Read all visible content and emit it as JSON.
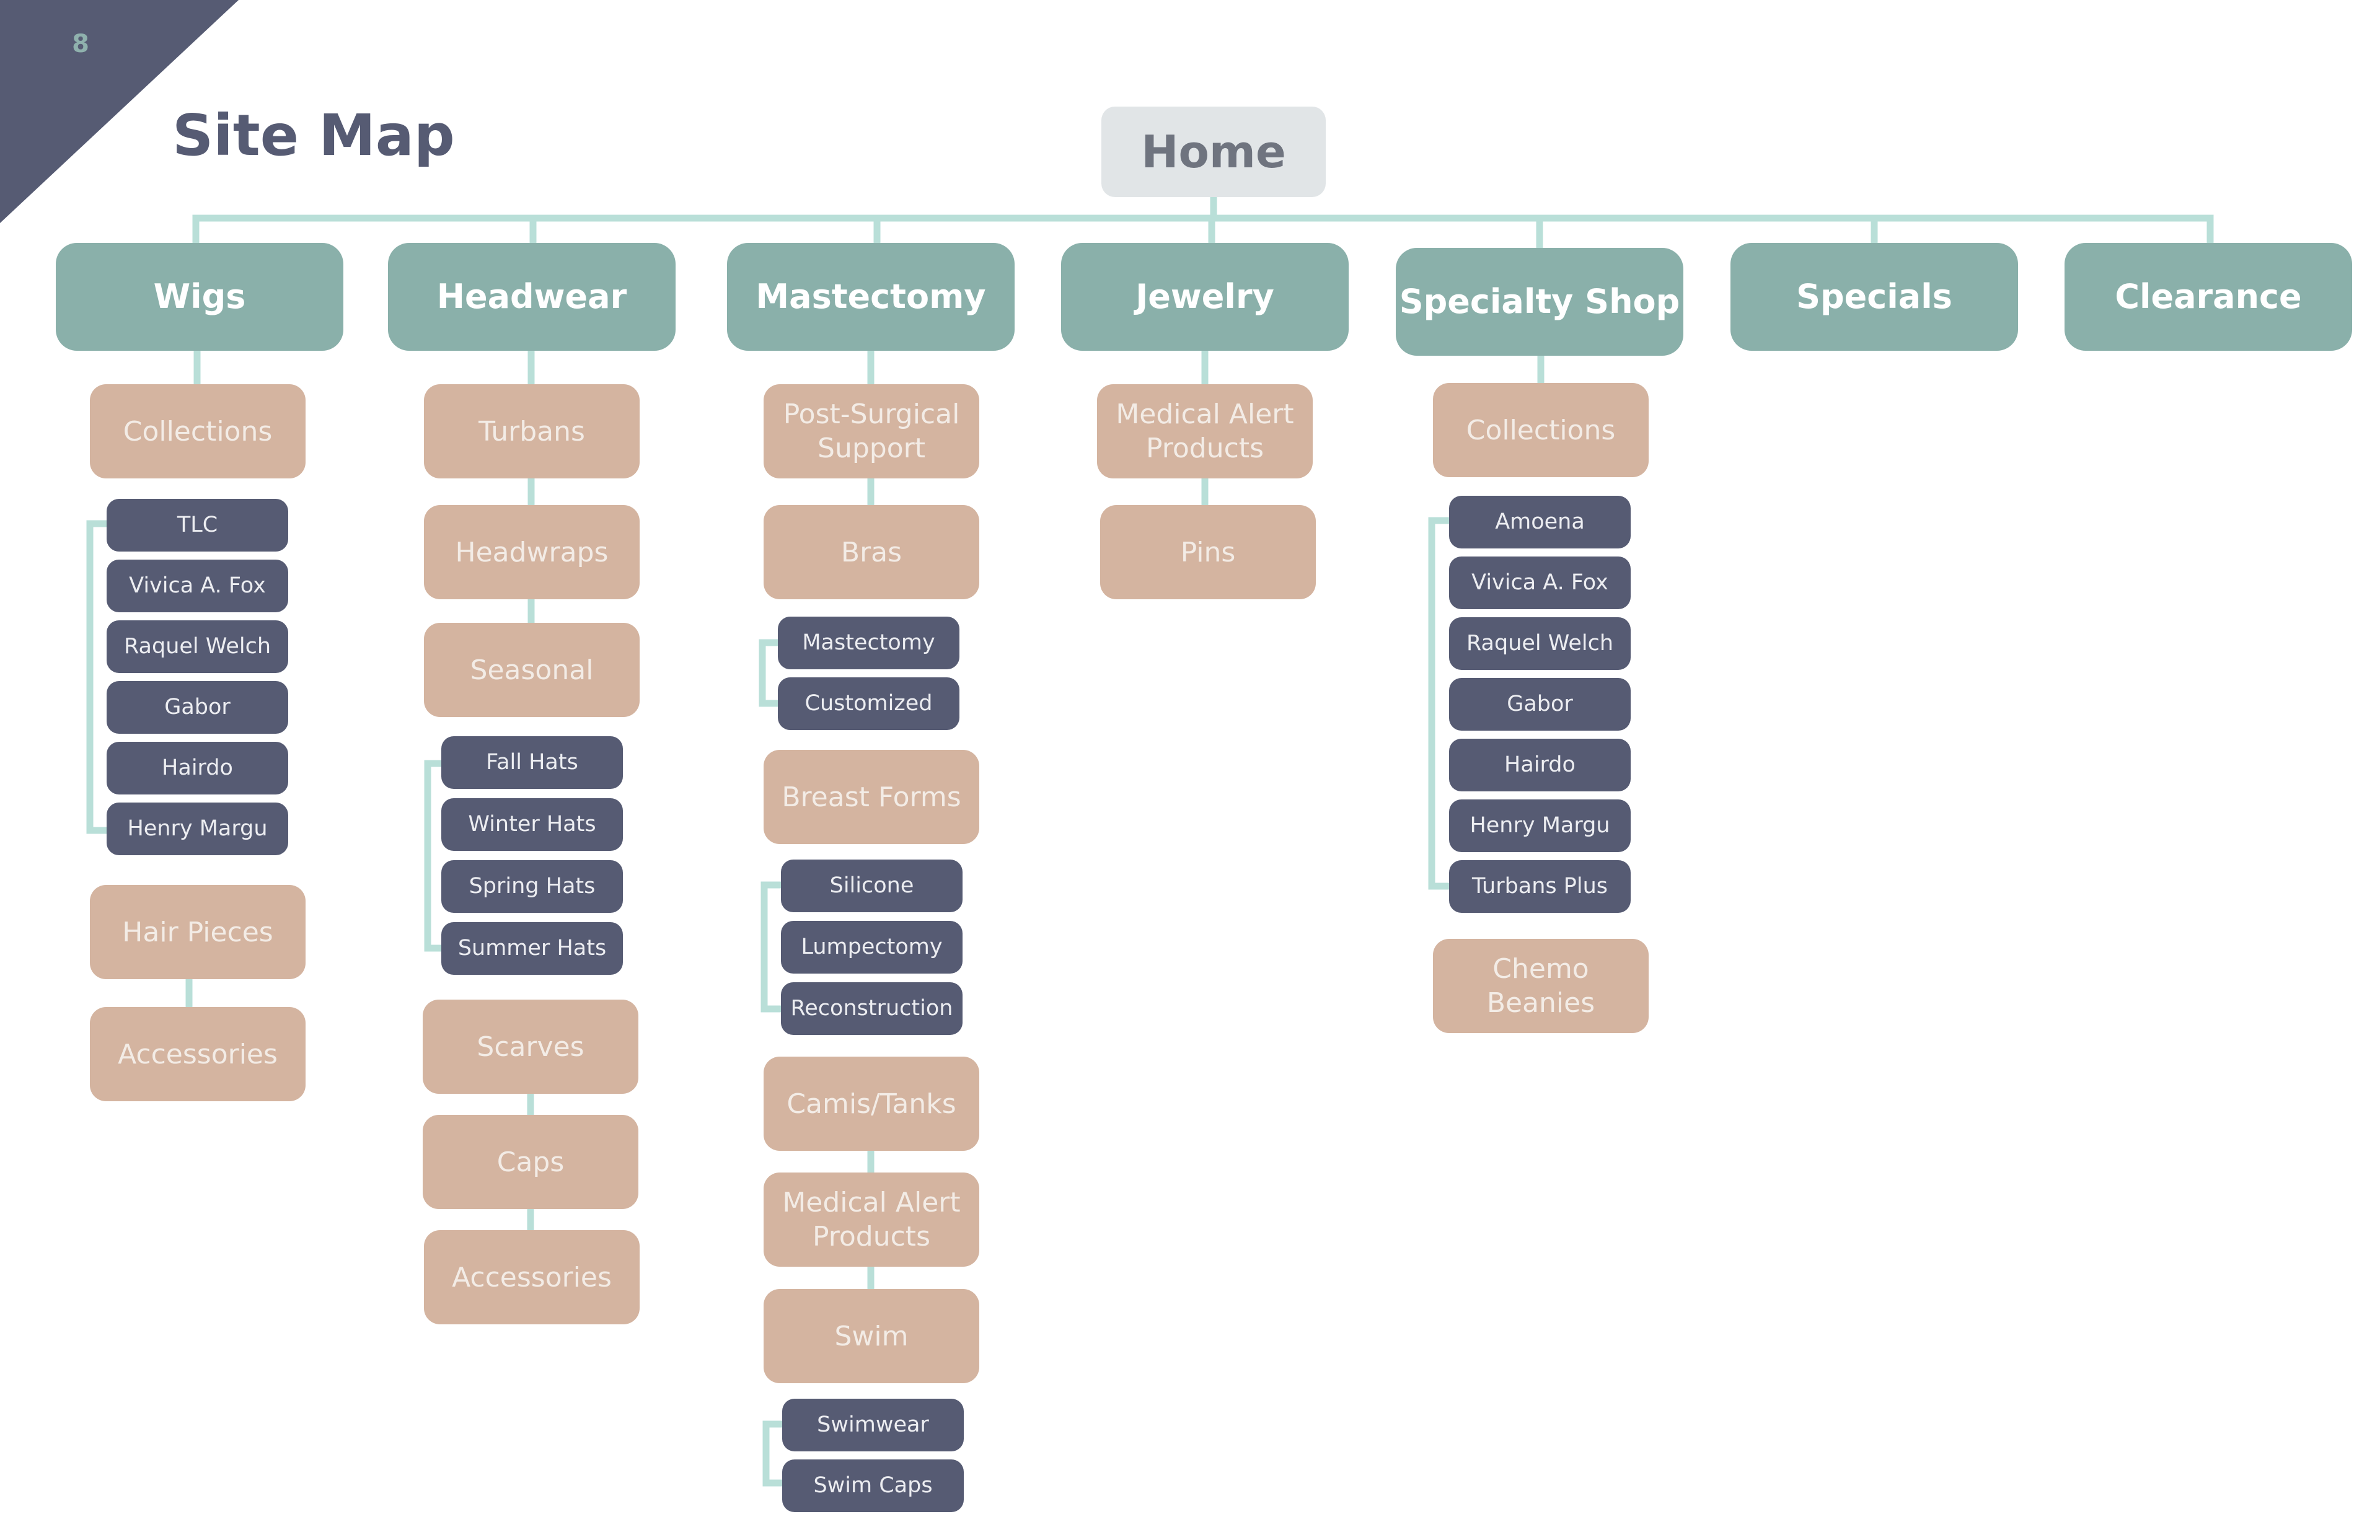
{
  "page_number": "8",
  "title": "Site Map",
  "root": "Home",
  "categories": [
    {
      "label": "Wigs",
      "children": [
        {
          "label": "Collections",
          "items": [
            "TLC",
            "Vivica A. Fox",
            "Raquel Welch",
            "Gabor",
            "Hairdo",
            "Henry Margu"
          ]
        },
        {
          "label": "Hair Pieces"
        },
        {
          "label": "Accessories"
        }
      ]
    },
    {
      "label": "Headwear",
      "children": [
        {
          "label": "Turbans"
        },
        {
          "label": "Headwraps"
        },
        {
          "label": "Seasonal",
          "items": [
            "Fall Hats",
            "Winter Hats",
            "Spring Hats",
            "Summer Hats"
          ]
        },
        {
          "label": "Scarves"
        },
        {
          "label": "Caps"
        },
        {
          "label": "Accessories"
        }
      ]
    },
    {
      "label": "Mastectomy",
      "children": [
        {
          "label": "Post-Surgical Support"
        },
        {
          "label": "Bras",
          "items": [
            "Mastectomy",
            "Customized"
          ]
        },
        {
          "label": "Breast Forms",
          "items": [
            "Silicone",
            "Lumpectomy",
            "Reconstruction"
          ]
        },
        {
          "label": "Camis/Tanks"
        },
        {
          "label": "Medical Alert Products"
        },
        {
          "label": "Swim",
          "items": [
            "Swimwear",
            "Swim Caps"
          ]
        }
      ]
    },
    {
      "label": "Jewelry",
      "children": [
        {
          "label": "Medical Alert Products"
        },
        {
          "label": "Pins"
        }
      ]
    },
    {
      "label": "Specialty Shop",
      "children": [
        {
          "label": "Collections",
          "items": [
            "Amoena",
            "Vivica A. Fox",
            "Raquel Welch",
            "Gabor",
            "Hairdo",
            "Henry Margu",
            "Turbans Plus"
          ]
        },
        {
          "label": "Chemo Beanies"
        }
      ]
    },
    {
      "label": "Specials",
      "children": []
    },
    {
      "label": "Clearance",
      "children": []
    }
  ],
  "colors": {
    "corner": "#565b73",
    "home": "#e1e5e7",
    "category": "#8ab0aa",
    "subcategory": "#d4b4a0",
    "brand_item": "#565b73",
    "connector": "#b9dfd8"
  }
}
